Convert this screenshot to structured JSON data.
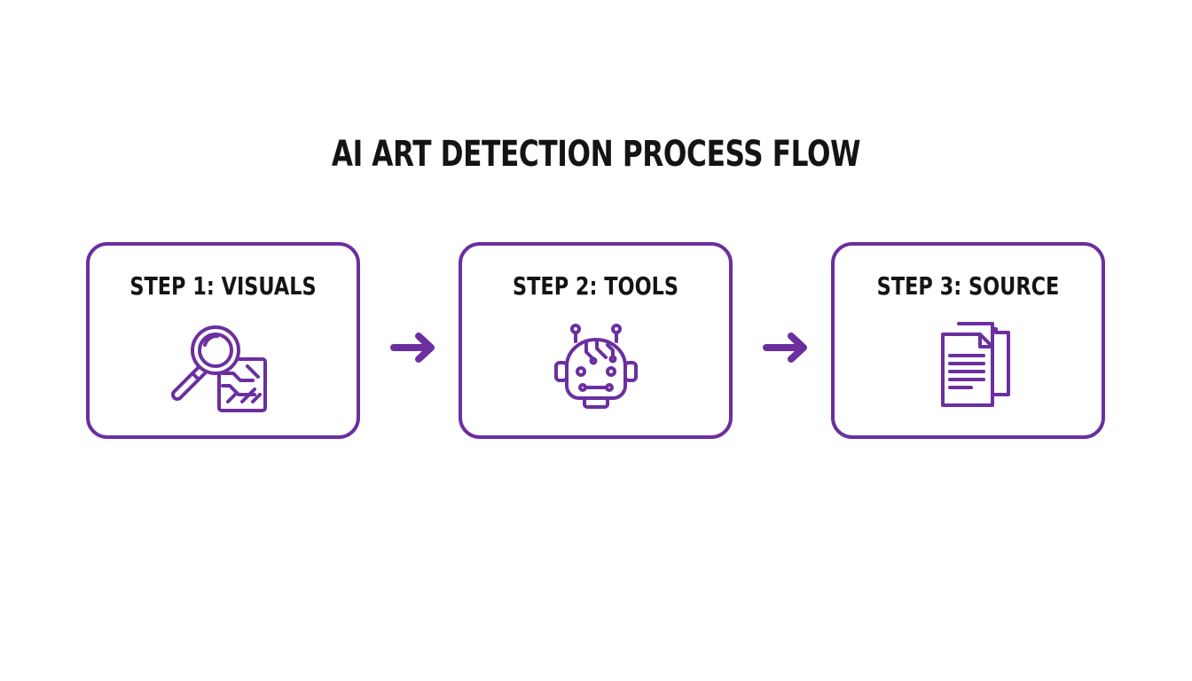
{
  "title": "AI ART DETECTION PROCESS FLOW",
  "colors": {
    "accent": "#6b2fa0",
    "text": "#141414",
    "background": "#ffffff"
  },
  "steps": [
    {
      "label": "STEP 1: VISUALS",
      "icon": "magnifying-glass-icon"
    },
    {
      "label": "STEP 2: TOOLS",
      "icon": "robot-icon"
    },
    {
      "label": "STEP 3: SOURCE",
      "icon": "documents-icon"
    }
  ],
  "connectors": [
    {
      "icon": "arrow-right-icon"
    },
    {
      "icon": "arrow-right-icon"
    }
  ]
}
